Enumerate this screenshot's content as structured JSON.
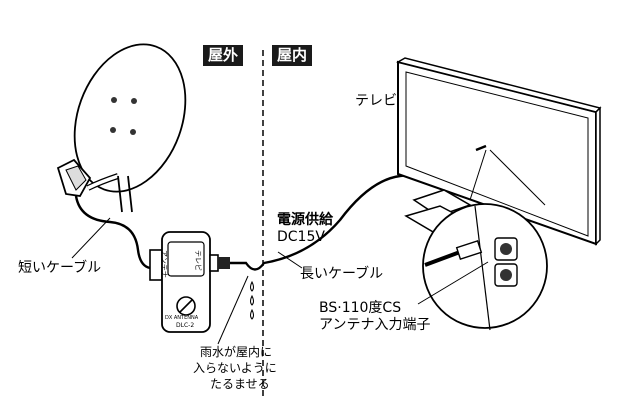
{
  "zones": {
    "outdoor": "屋外",
    "indoor": "屋内"
  },
  "labels": {
    "tv": "テレビ",
    "power_title": "電源供給",
    "power_voltage": "DC15V",
    "long_cable": "長いケーブル",
    "short_cable": "短いケーブル",
    "terminal_line1": "BS·110度CS",
    "terminal_line2": "アンテナ入力端子",
    "rain_line1": "雨水が屋内に",
    "rain_line2": "入らないように",
    "rain_line3": "たるませる"
  },
  "device": {
    "port_antenna": "アンテナ",
    "port_tv": "テレビ",
    "brand": "DX ANTENNA",
    "model": "DLC-2"
  }
}
